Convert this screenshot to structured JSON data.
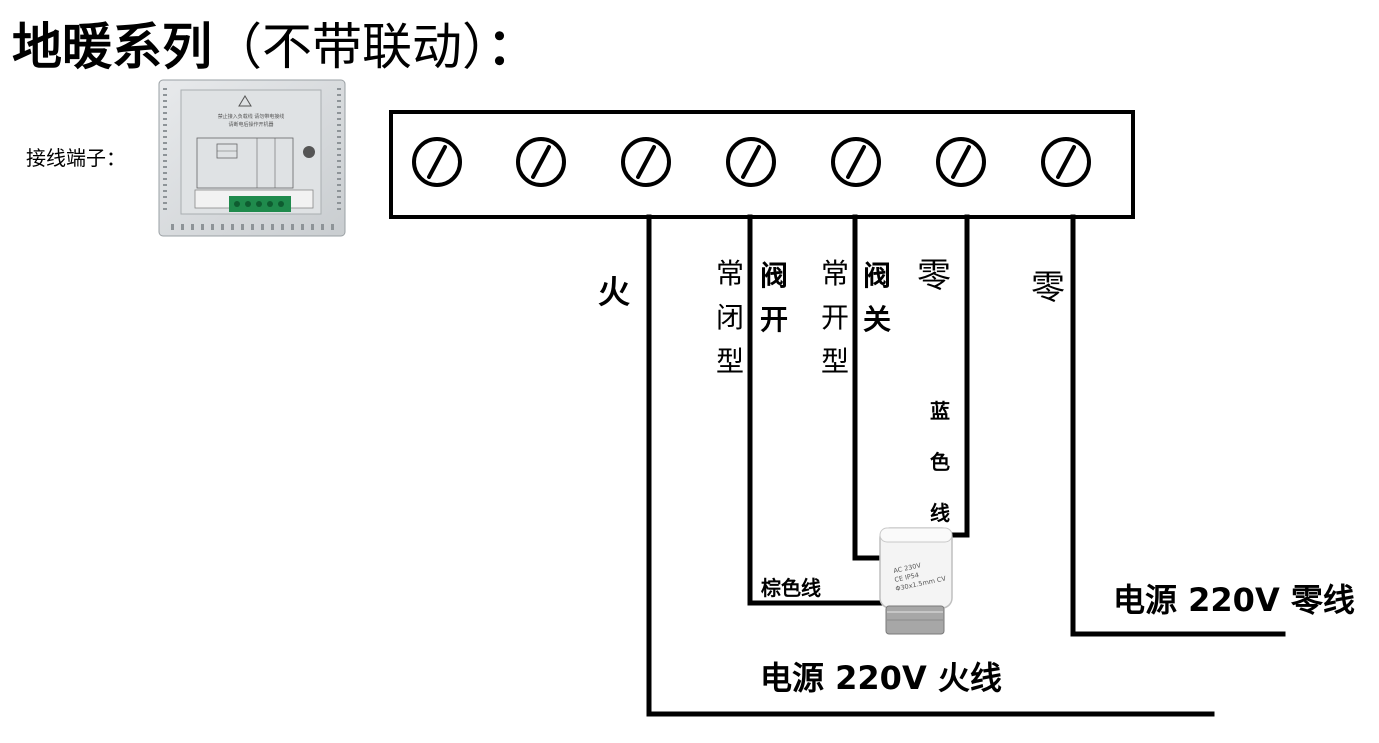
{
  "title": {
    "main": "地暖系列",
    "paren": "（不带联动）",
    "colon": "："
  },
  "terminal_label": "接线端子：",
  "device_photo": {
    "text_lines": [
      "禁止接入负载线 请勿带电接线",
      "请断电后操作开机器"
    ]
  },
  "terminals": {
    "count": 7
  },
  "wire_labels": {
    "fire": "火",
    "normally_closed": [
      "常",
      "闭",
      "型"
    ],
    "valve_open": [
      "阀",
      "开"
    ],
    "normally_open": [
      "常",
      "开",
      "型"
    ],
    "valve_close": [
      "阀",
      "关"
    ],
    "zero_valve": "零",
    "blue_wire": [
      "蓝",
      "色",
      "线"
    ],
    "zero_power": "零",
    "brown_wire": "棕色线"
  },
  "actuator": {
    "text_lines": [
      "AC 230V",
      "CE IP54",
      "Φ30x1.5mm CV"
    ]
  },
  "power": {
    "neutral": "电源 220V 零线",
    "live": "电源 220V 火线"
  }
}
